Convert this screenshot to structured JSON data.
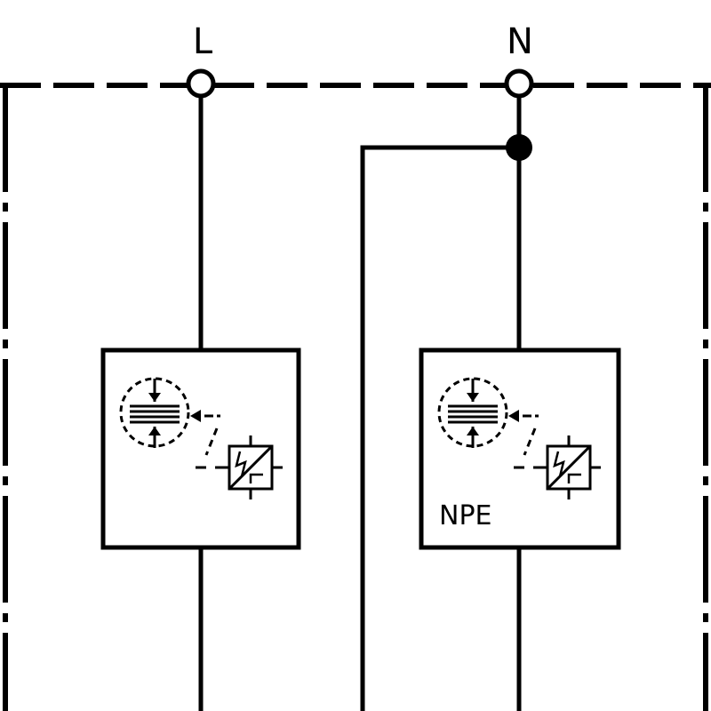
{
  "diagram": {
    "terminals": {
      "line_label": "L",
      "neutral_label": "N"
    },
    "modules": {
      "left": {
        "label": "",
        "icons": [
          "surge-arrester-icon",
          "thermal-disconnector-icon"
        ]
      },
      "right": {
        "label": "NPE",
        "icons": [
          "surge-arrester-icon",
          "thermal-disconnector-icon"
        ]
      }
    },
    "colors": {
      "line": "#000000",
      "background": "#ffffff"
    }
  }
}
